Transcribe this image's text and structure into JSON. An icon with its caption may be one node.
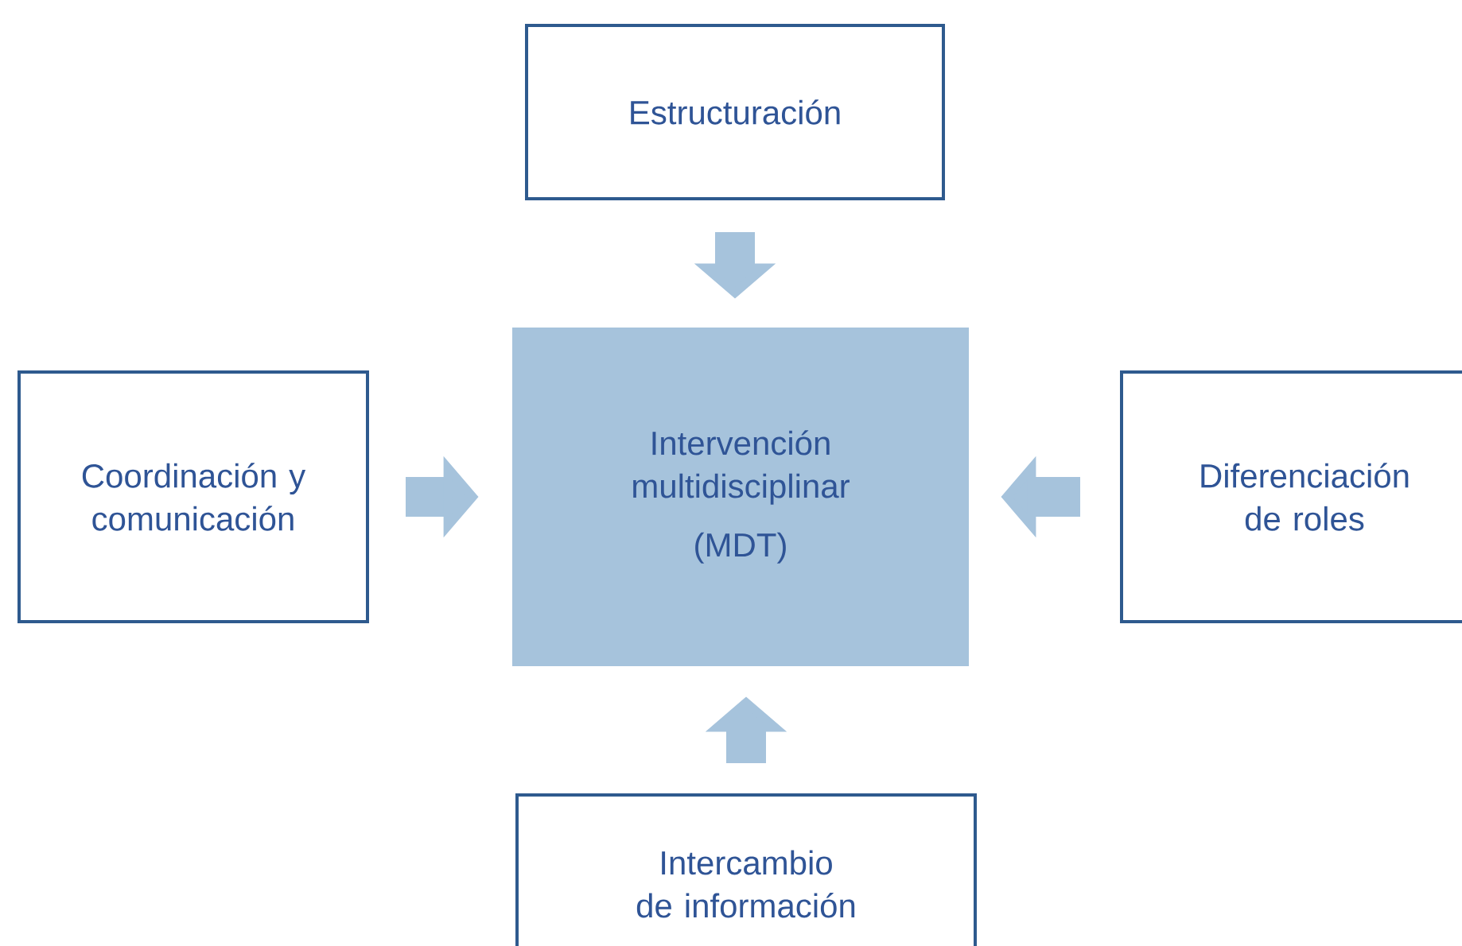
{
  "diagram": {
    "nodes": [
      {
        "text": [
          "Intervención multidisciplinar",
          "(MDT)"
        ]
      },
      {
        "text": [
          "Estructuración"
        ]
      },
      {
        "text": [
          "Coordinación y comunicación"
        ]
      },
      {
        "text": [
          "Diferenciación de roles"
        ]
      },
      {
        "text": [
          "Intercambio de información"
        ]
      }
    ],
    "edges": [
      {
        "from": 1,
        "to": 0,
        "arrow": "to"
      },
      {
        "from": 2,
        "to": 0,
        "arrow": "to"
      },
      {
        "from": 3,
        "to": 0,
        "arrow": "to"
      },
      {
        "from": 4,
        "to": 0,
        "arrow": "to"
      }
    ]
  }
}
